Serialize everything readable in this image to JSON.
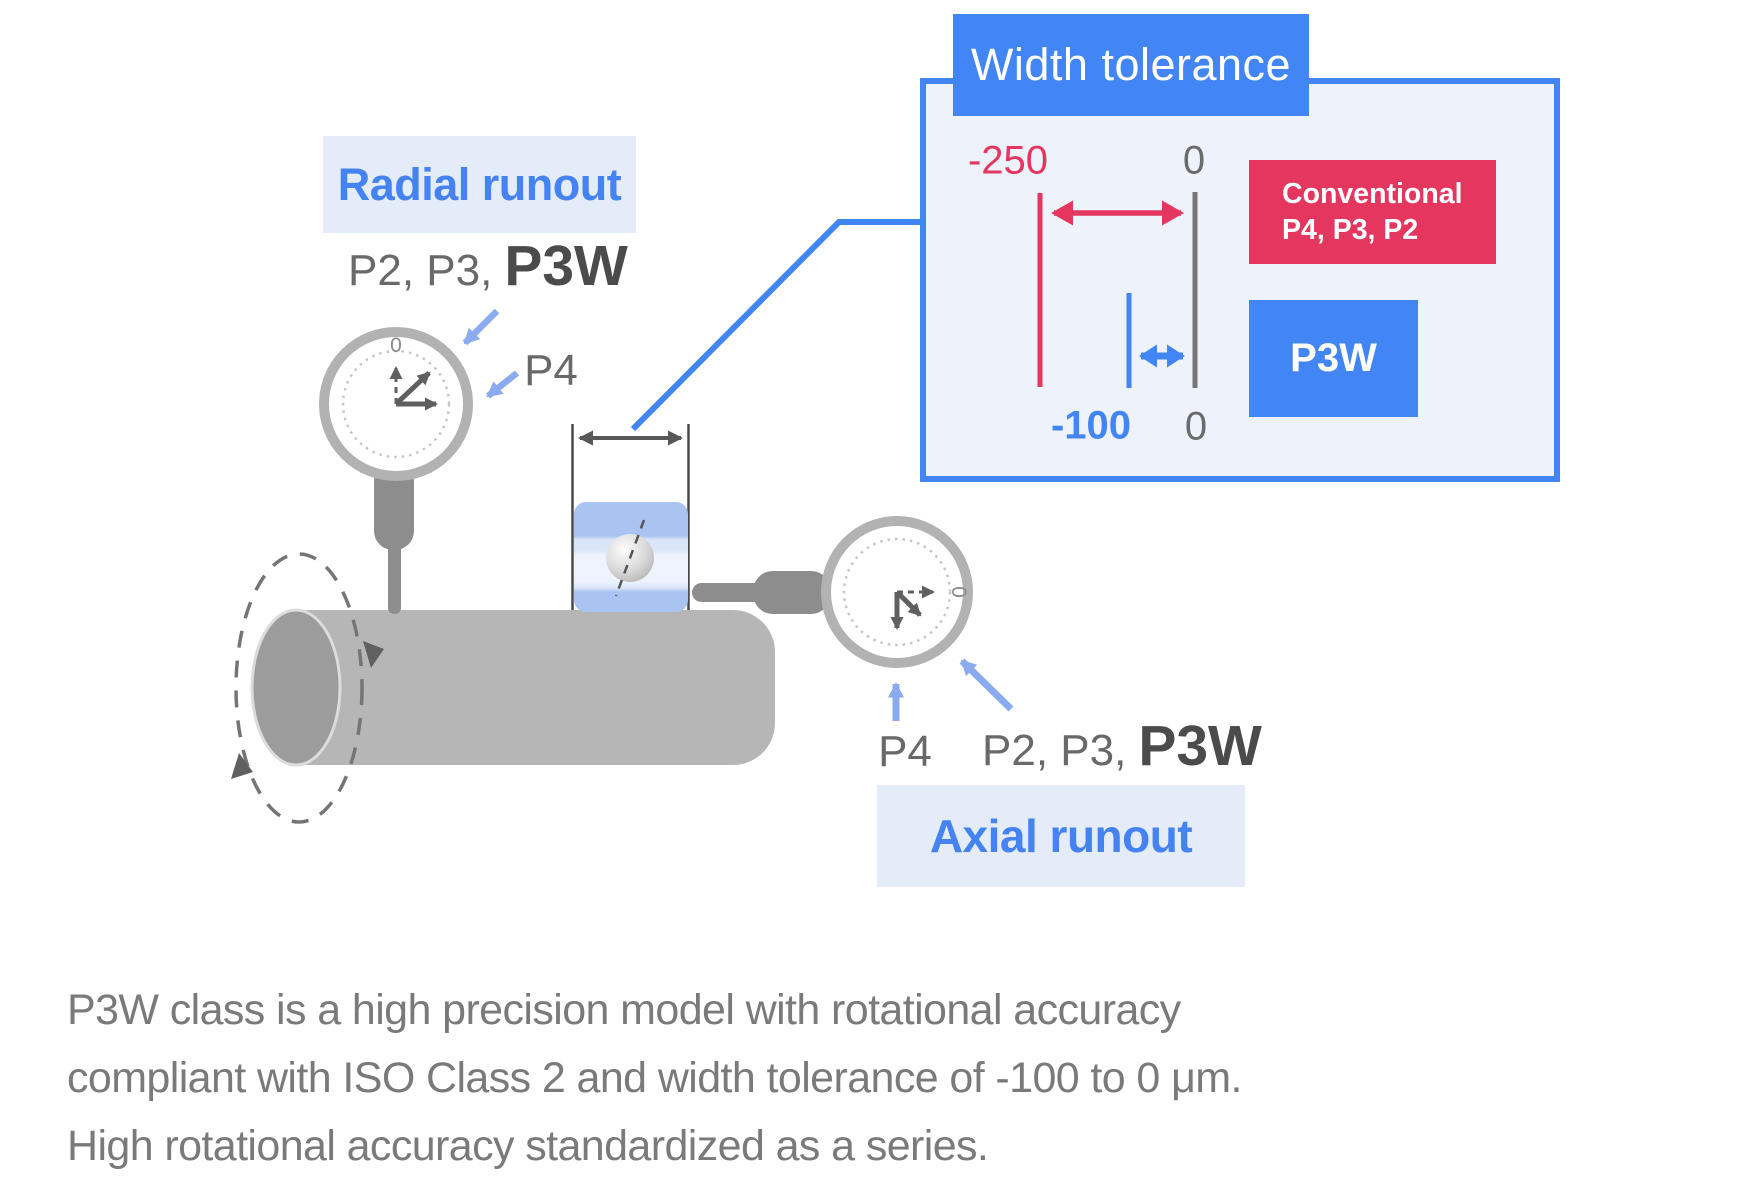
{
  "colors": {
    "accent_blue": "#4285f4",
    "accent_red": "#e5365f",
    "label_blue": "#4583f2",
    "label_bg": "#e4ebf9",
    "arrow_lightblue": "#8aabf0",
    "text_gray": "#7a7a7a",
    "metal_gray": "#b6b6b6",
    "bearing_blue": "#a9c4f1"
  },
  "width_tolerance_panel": {
    "title": "Width tolerance",
    "conventional_min": "-250",
    "conventional_max": "0",
    "p3w_min": "-100",
    "p3w_max": "0",
    "conventional_label": [
      "Conventional",
      "P4, P3, P2"
    ],
    "p3w_label": "P3W"
  },
  "radial_runout": {
    "title": "Radial runout",
    "grades_standard": "P2, P3,",
    "grade_highlight": "P3W",
    "grade_p4": "P4",
    "dial_zero": "0"
  },
  "axial_runout": {
    "title": "Axial runout",
    "grades_standard": "P2, P3,",
    "grade_highlight": "P3W",
    "grade_p4": "P4",
    "dial_zero": "0"
  },
  "description": {
    "line1": "P3W class is a high precision model with rotational accuracy",
    "line2": "compliant with ISO Class 2 and width tolerance of -100 to 0 μm.",
    "line3": "High rotational accuracy standardized as a series."
  }
}
